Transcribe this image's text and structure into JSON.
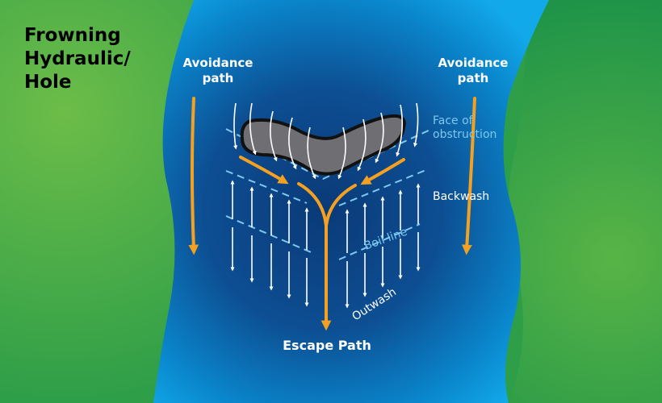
{
  "title": {
    "line1": "Frowning",
    "line2": "Hydraulic/",
    "line3": "Hole"
  },
  "labels": {
    "avoidance_left_1": "Avoidance",
    "avoidance_left_2": "path",
    "avoidance_right_1": "Avoidance",
    "avoidance_right_2": "path",
    "face_1": "Face of",
    "face_2": "obstruction",
    "backwash": "Backwash",
    "boil_line": "Boil line",
    "outwash": "Outwash",
    "escape": "Escape Path"
  },
  "colors": {
    "bank_green": "#3aa84a",
    "bank_green_light": "#62b846",
    "river_light": "#0aa6e8",
    "river_deep": "#0a3a78",
    "rock": "#6f6f73",
    "path_orange": "#f4a020",
    "guide_line": "#7ec8f0",
    "flow_arrows": "#ffffff",
    "title_text": "#000000"
  }
}
